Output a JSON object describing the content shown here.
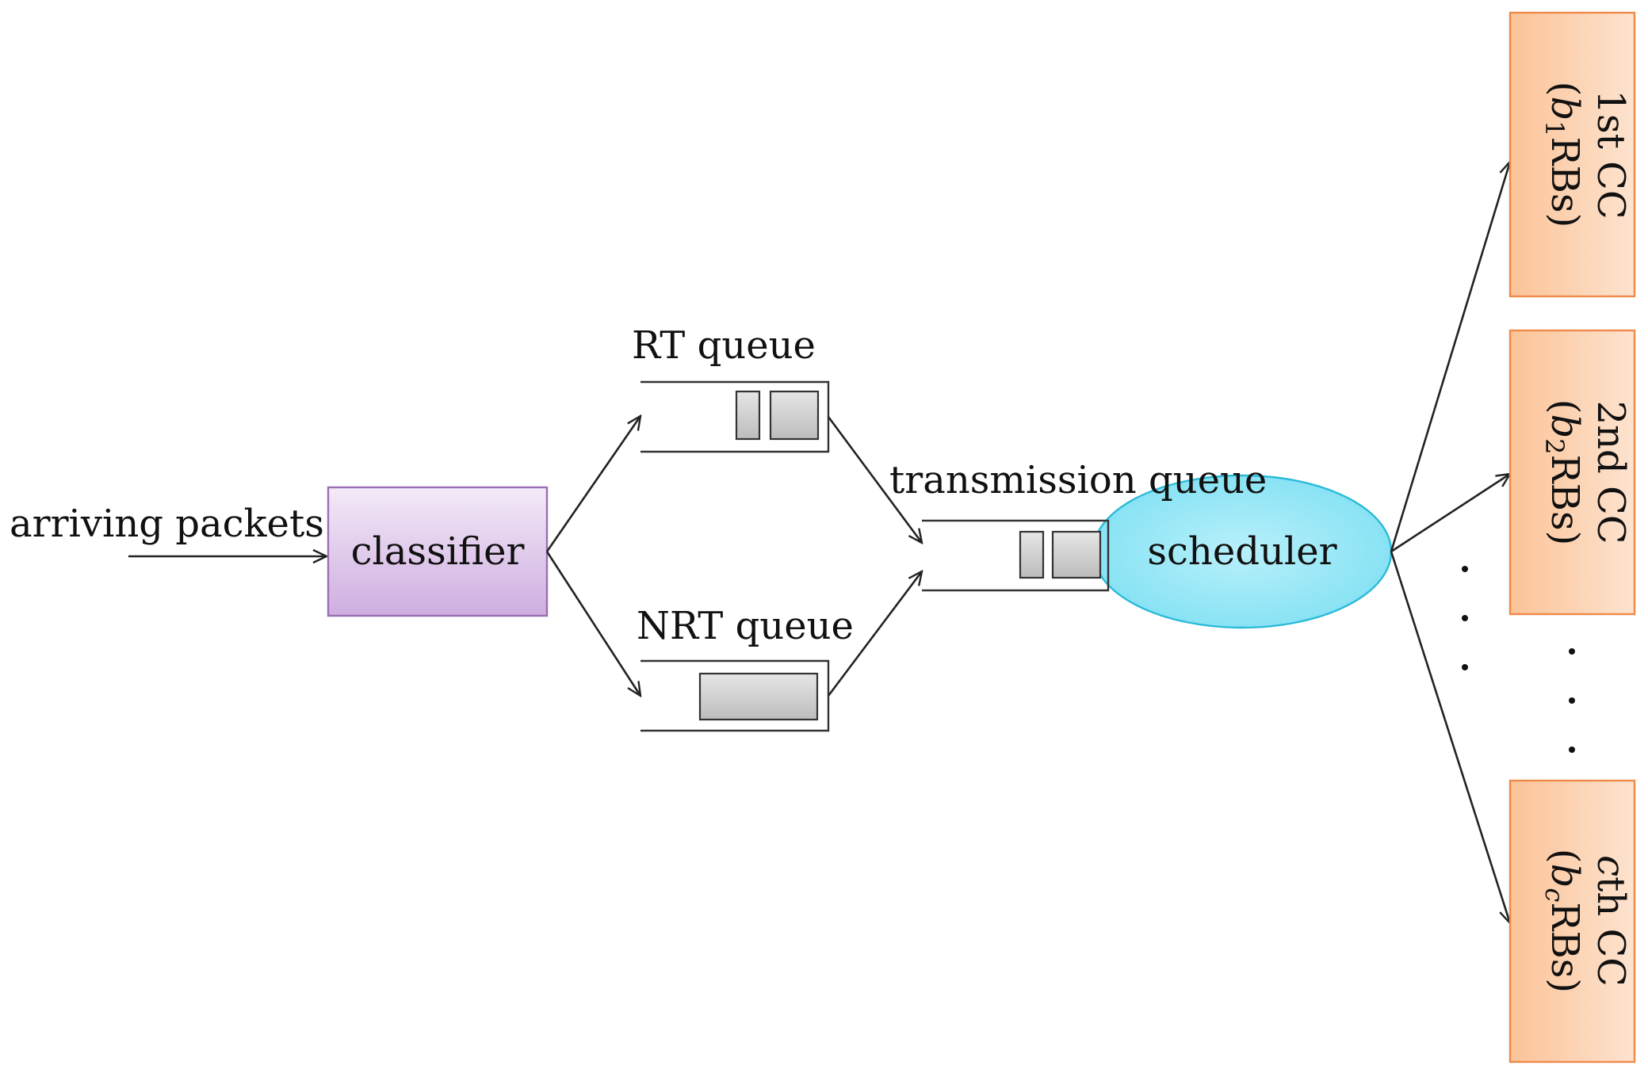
{
  "labels": {
    "arriving": "arriving packets",
    "classifier": "classifier",
    "rt_queue": "RT queue",
    "nrt_queue": "NRT queue",
    "transmission_queue": "transmission queue",
    "scheduler": "scheduler"
  },
  "carriers": [
    {
      "line1": "1st CC",
      "open": "(",
      "var": "b",
      "sub": "1",
      "tail": "RBs)"
    },
    {
      "line1": "2nd CC",
      "open": "(",
      "var": "b",
      "sub": "2",
      "tail": "RBs)"
    },
    {
      "line1": "cth CC",
      "open": "(",
      "var": "b",
      "sub": "c",
      "tail": "RBs)"
    }
  ],
  "colors": {
    "classifier_fill_top": "#f3eaf8",
    "classifier_fill_bottom": "#cfaee0",
    "classifier_border": "#9b6fb3",
    "scheduler_fill": "#7fe0f3",
    "scheduler_border": "#2bbad8",
    "cc_fill": "#fbc397",
    "cc_border": "#ee8a4a",
    "packet_fill": "#cccccc"
  }
}
